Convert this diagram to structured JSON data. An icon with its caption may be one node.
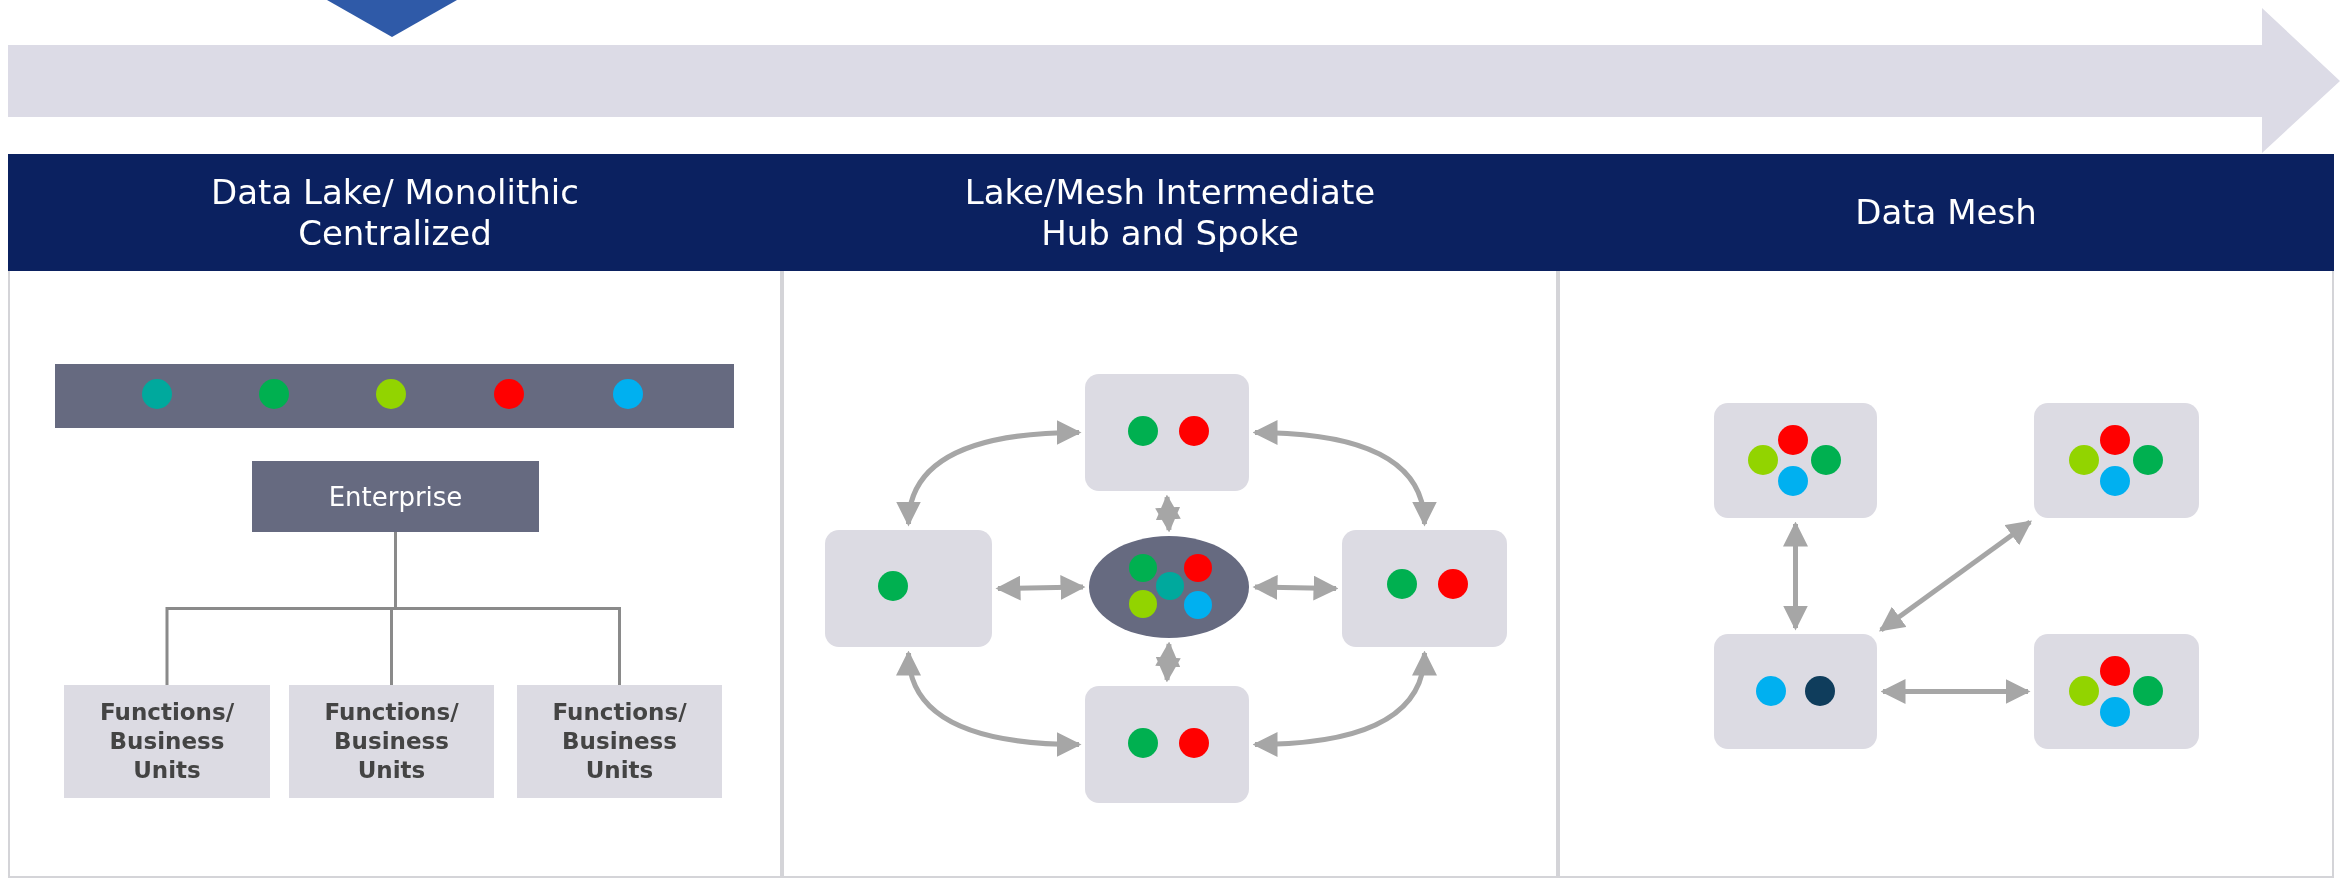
{
  "diagram": {
    "nodes": [
      {
        "text": [
          "Data Lake/ Monolithic Centralized"
        ]
      },
      {
        "text": [],
        "shape": "bar",
        "in": 0
      },
      {
        "text": [
          "Enterprise"
        ],
        "in": 0
      },
      {
        "text": [
          "Functions/ Business Units"
        ],
        "in": 0
      },
      {
        "text": [
          "Functions/ Business Units"
        ],
        "in": 0
      },
      {
        "text": [
          "Functions/ Business Units"
        ],
        "in": 0
      },
      {
        "text": [
          "Lake/Mesh Intermediate Hub and Spoke"
        ]
      },
      {
        "text": [],
        "shape": "box",
        "in": 6
      },
      {
        "text": [],
        "shape": "box",
        "in": 6
      },
      {
        "text": [],
        "shape": "circle",
        "in": 6
      },
      {
        "text": [],
        "shape": "box",
        "in": 6
      },
      {
        "text": [],
        "shape": "box",
        "in": 6
      },
      {
        "text": [
          "Data Mesh"
        ]
      },
      {
        "text": [],
        "shape": "box",
        "in": 12
      },
      {
        "text": [],
        "shape": "box",
        "in": 12
      },
      {
        "text": [],
        "shape": "box",
        "in": 12
      },
      {
        "text": [],
        "shape": "box",
        "in": 12
      }
    ],
    "edges": [
      {
        "from": 2,
        "to": 3,
        "arrow": "none"
      },
      {
        "from": 2,
        "to": 4,
        "arrow": "none"
      },
      {
        "from": 2,
        "to": 5,
        "arrow": "none"
      },
      {
        "from": 7,
        "to": 8,
        "arrow": "both"
      },
      {
        "from": 7,
        "to": 10,
        "arrow": "both"
      },
      {
        "from": 8,
        "to": 11,
        "arrow": "both"
      },
      {
        "from": 10,
        "to": 11,
        "arrow": "both"
      },
      {
        "from": 8,
        "to": 9,
        "arrow": "both"
      },
      {
        "from": 9,
        "to": 10,
        "arrow": "both"
      },
      {
        "from": 7,
        "to": 9,
        "arrow": "both"
      },
      {
        "from": 9,
        "to": 11,
        "arrow": "both"
      },
      {
        "from": 13,
        "to": 15,
        "arrow": "both"
      },
      {
        "from": 15,
        "to": 14,
        "arrow": "both"
      },
      {
        "from": 15,
        "to": 16,
        "arrow": "both"
      }
    ]
  }
}
